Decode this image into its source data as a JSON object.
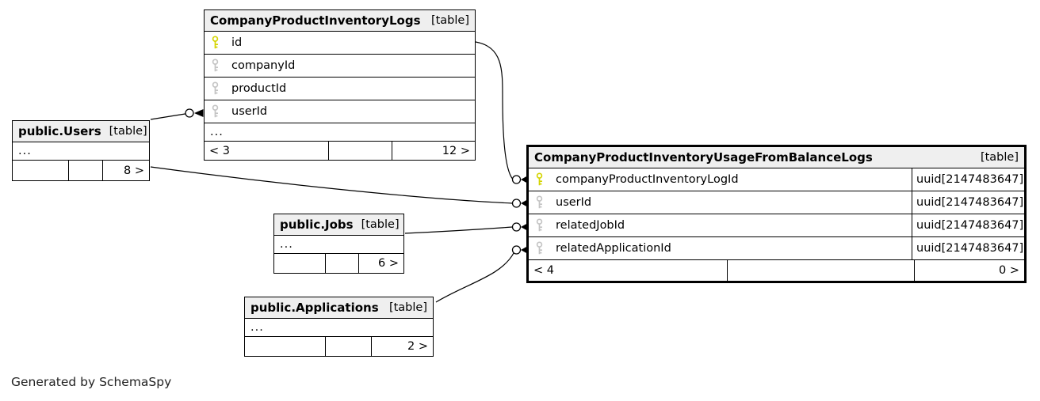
{
  "diagram": {
    "generated_by": "Generated by SchemaSpy",
    "colors": {
      "primary_key": "#d4d400",
      "foreign_key": "#c4c4c4",
      "header_bg": "#efefef"
    }
  },
  "tables": {
    "inventory_logs": {
      "title": "CompanyProductInventoryLogs",
      "type_tag": "[table]",
      "columns": [
        {
          "name": "id",
          "key": "primary"
        },
        {
          "name": "companyId",
          "key": "foreign"
        },
        {
          "name": "productId",
          "key": "foreign"
        },
        {
          "name": "userId",
          "key": "foreign"
        }
      ],
      "more_columns": "...",
      "footer": {
        "parents": "< 3",
        "middle": "",
        "children": "12 >"
      }
    },
    "users": {
      "title": "public.Users",
      "type_tag": "[table]",
      "more_columns": "...",
      "footer": {
        "parents": "",
        "middle": "",
        "children": "8 >"
      }
    },
    "jobs": {
      "title": "public.Jobs",
      "type_tag": "[table]",
      "more_columns": "...",
      "footer": {
        "parents": "",
        "middle": "",
        "children": "6 >"
      }
    },
    "applications": {
      "title": "public.Applications",
      "type_tag": "[table]",
      "more_columns": "...",
      "footer": {
        "parents": "",
        "middle": "",
        "children": "2 >"
      }
    },
    "usage_logs": {
      "title": "CompanyProductInventoryUsageFromBalanceLogs",
      "type_tag": "[table]",
      "columns": [
        {
          "name": "companyProductInventoryLogId",
          "type": "uuid[2147483647]",
          "key": "primary"
        },
        {
          "name": "userId",
          "type": "uuid[2147483647]",
          "key": "foreign"
        },
        {
          "name": "relatedJobId",
          "type": "uuid[2147483647]",
          "key": "foreign"
        },
        {
          "name": "relatedApplicationId",
          "type": "uuid[2147483647]",
          "key": "foreign"
        }
      ],
      "footer": {
        "parents": "< 4",
        "middle": "",
        "children": "0 >"
      }
    }
  }
}
